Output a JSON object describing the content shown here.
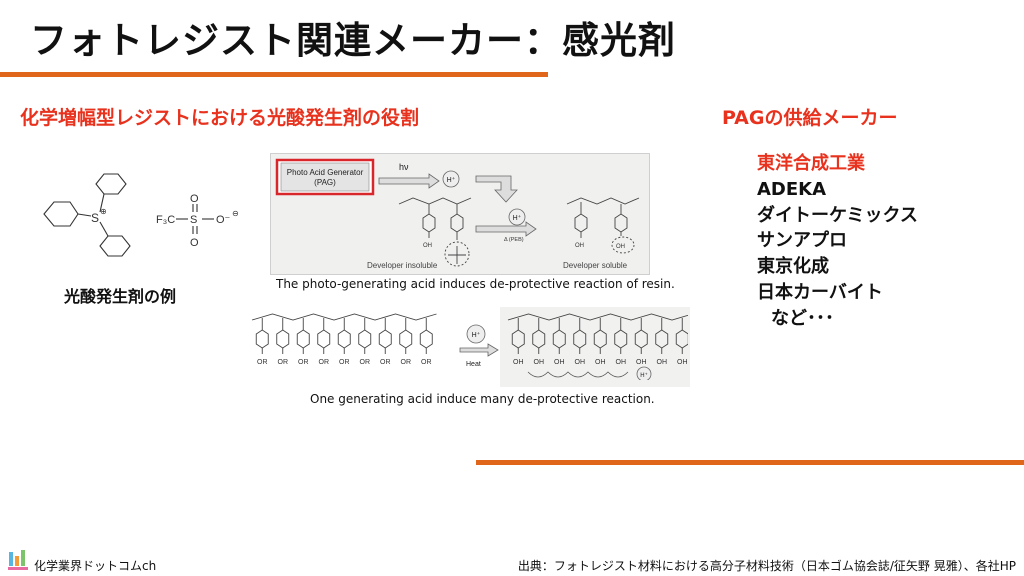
{
  "title": "フォトレジスト関連メーカー：感光剤",
  "left_heading": "化学増幅型レジストにおける光酸発生剤の役割",
  "right_heading": "PAGの供給メーカー",
  "makers": [
    "東洋合成工業",
    "ADEKA",
    "ダイトーケミックス",
    "サンアプロ",
    "東京化成",
    "日本カーバイト"
  ],
  "makers_etc": "など･･･",
  "pag_example_caption": "光酸発生剤の例",
  "structure": {
    "sulfonium": "S",
    "plus": "⊕",
    "anion_cf3": "F₃C",
    "anion_s": "S",
    "anion_o_top": "O",
    "anion_o_bottom": "O",
    "anion_o_minus": "O⁻",
    "minus": "⊖"
  },
  "mechanism_top": {
    "pag_box_line1": "Photo Acid Generator",
    "pag_box_line2": "(PAG)",
    "hv": "hν",
    "h_plus": "H⁺",
    "h_plus_2": "H⁺",
    "peb": "Δ (PEB)",
    "oh_1": "OH",
    "oh_2": "OH",
    "oh_3": "OH",
    "developer_insoluble": "Developer insoluble",
    "developer_soluble": "Developer soluble",
    "caption": "The photo-generating acid induces de-protective reaction of resin."
  },
  "mechanism_bottom": {
    "h_plus": "H⁺",
    "heat": "Heat",
    "or_label": "OR",
    "oh_label": "OH",
    "h_plus_cycle": "H⁺",
    "caption": "One generating acid induce many de-protective reaction."
  },
  "footer": {
    "channel": "化学業界ドットコムch",
    "source": "出典：フォトレジスト材料における高分子材料技術（日本ゴム協会誌/征矢野 晃雅）、各社HP"
  },
  "colors": {
    "accent_orange": "#e0661b",
    "heading_red": "#e8321e",
    "pag_box_border": "#d9262a"
  }
}
